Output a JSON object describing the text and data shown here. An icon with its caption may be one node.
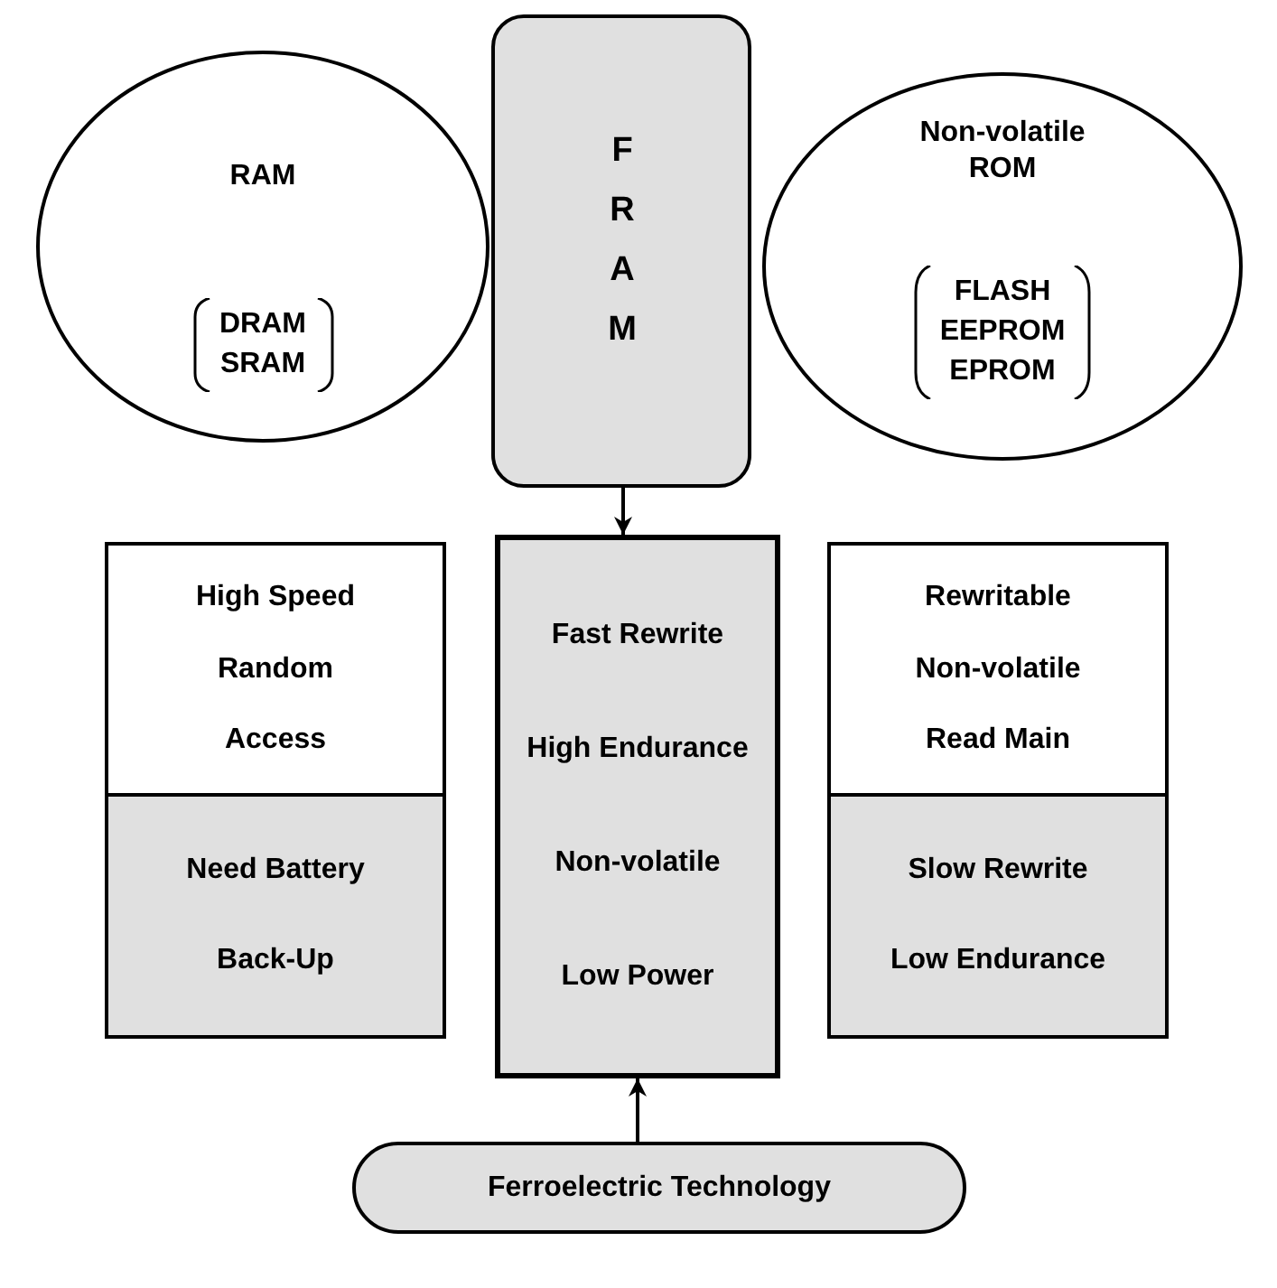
{
  "diagram": {
    "nodes": [
      {
        "text": [
          "RAM",
          "DRAM SRAM"
        ]
      },
      {
        "text": [
          "FRAM"
        ]
      },
      {
        "text": [
          "Non-volatile ROM",
          "FLASH EEPROM EPROM"
        ]
      },
      {
        "text": [
          "High Speed",
          "Random",
          "Access"
        ]
      },
      {
        "text": [
          "Fast Rewrite",
          "High Endurance",
          "Non-volatile",
          "Low Power"
        ]
      },
      {
        "text": [
          "Rewritable",
          "Non-volatile",
          "Read Main"
        ]
      },
      {
        "text": [
          "Need Battery",
          "Back-Up"
        ]
      },
      {
        "text": [
          "Slow Rewrite",
          "Low Endurance"
        ]
      },
      {
        "text": [
          "Ferroelectric Technology"
        ]
      }
    ],
    "edges": [
      {
        "from": 1,
        "to": 4,
        "arrow": "to"
      },
      {
        "from": 8,
        "to": 4,
        "arrow": "to"
      }
    ]
  }
}
